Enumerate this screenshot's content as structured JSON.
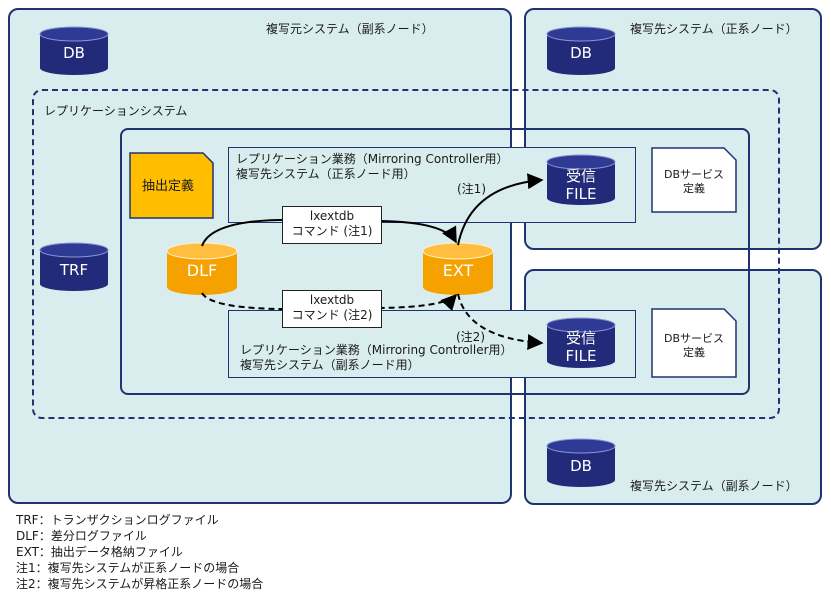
{
  "source_system": {
    "title": "複写元システム（副系ノード）"
  },
  "target_primary": {
    "title": "複写先システム（正系ノード）"
  },
  "target_secondary": {
    "title": "複写先システム（副系ノード）"
  },
  "replication_system": {
    "label": "レプリケーションシステム"
  },
  "cylinders": {
    "db_source": "DB",
    "db_target_primary": "DB",
    "db_target_secondary": "DB",
    "trf": "TRF",
    "dlf": "DLF",
    "ext": "EXT",
    "recv_file_1": [
      "受信",
      "FILE"
    ],
    "recv_file_2": [
      "受信",
      "FILE"
    ]
  },
  "extract_def": {
    "label": "抽出定義"
  },
  "db_service_def_1": [
    "DBサービス",
    "定義"
  ],
  "db_service_def_2": [
    "DBサービス",
    "定義"
  ],
  "operation_primary": {
    "line1": "レプリケーション業務（Mirroring Controller用）",
    "line2": "複写先システム（正系ノード用）"
  },
  "operation_secondary": {
    "line1": "レプリケーション業務（Mirroring Controller用）",
    "line2": "複写先システム（副系ノード用）"
  },
  "command_1": [
    "lxextdb",
    "コマンド (注1)"
  ],
  "command_2": [
    "lxextdb",
    "コマンド (注2)"
  ],
  "note_1": "(注1)",
  "note_2": "(注2)",
  "legend": [
    "TRF：トランザクションログファイル",
    "DLF：差分ログファイル",
    "EXT：抽出データ格納ファイル",
    "注1：複写先システムが正系ノードの場合",
    "注2：複写先システムが昇格正系ノードの場合"
  ],
  "colors": {
    "system_fill": "#daedee",
    "border": "#1f3370",
    "db_cylinder": "#222a7a",
    "orange_cylinder": "#f5a100",
    "extract_def": "#ffbf00"
  }
}
